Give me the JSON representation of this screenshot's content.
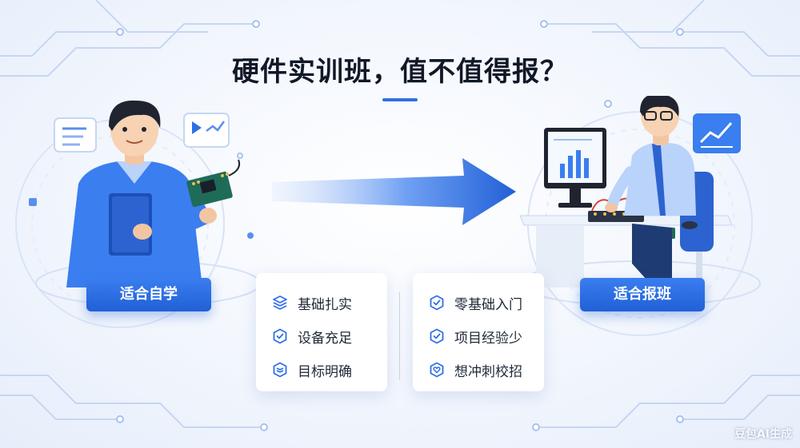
{
  "title": "硬件实训班，值不值得报？",
  "left_label": "适合自学",
  "right_label": "适合报班",
  "left_reasons": [
    "基础扎实",
    "设备充足",
    "目标明确"
  ],
  "right_reasons": [
    "零基础入门",
    "项目经验少",
    "想冲刺校招"
  ],
  "icons": {
    "left_reasons": [
      "layers-icon",
      "check-shield-icon",
      "layers-icon"
    ],
    "right_reasons": [
      "check-shield-icon",
      "check-shield-icon",
      "heart-shield-icon"
    ]
  },
  "watermark": "豆包AI生成",
  "colors": {
    "accent": "#2f6fe4",
    "title": "#111827",
    "text": "#1f2937"
  }
}
